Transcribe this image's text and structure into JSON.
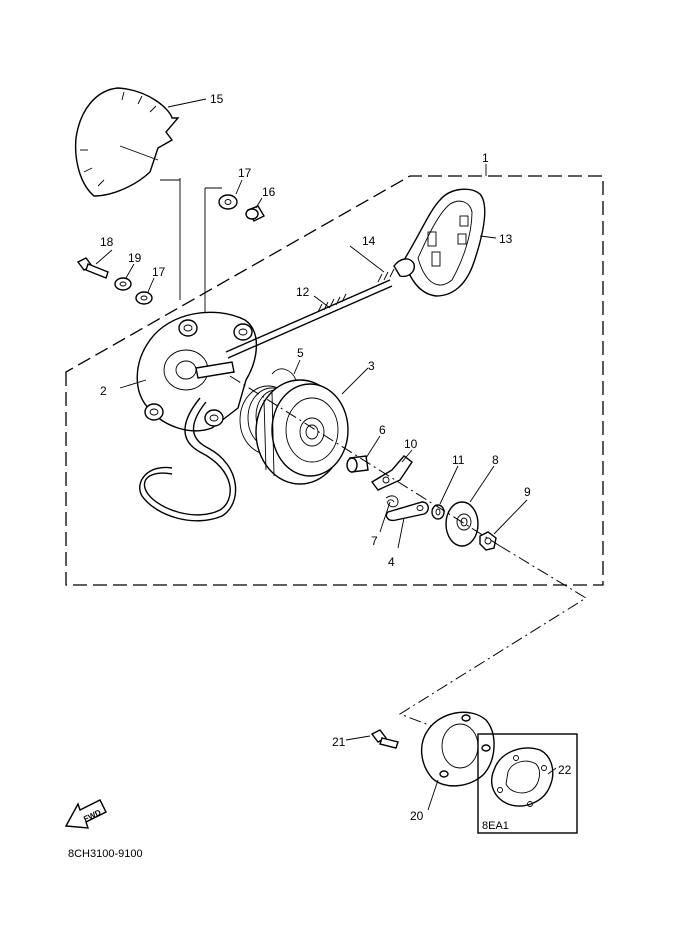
{
  "diagram": {
    "callouts": {
      "c1": "1",
      "c2": "2",
      "c3": "3",
      "c4": "4",
      "c5": "5",
      "c6": "6",
      "c7": "7",
      "c8": "8",
      "c9": "9",
      "c10": "10",
      "c11": "11",
      "c12": "12",
      "c13": "13",
      "c14": "14",
      "c15": "15",
      "c16": "16",
      "c17a": "17",
      "c17b": "17",
      "c18": "18",
      "c19": "19",
      "c20": "20",
      "c21": "21",
      "c22": "22"
    },
    "inset_label": "8EA1",
    "fwd_label": "FWD",
    "drawing_number": "8CH3100-9100"
  }
}
